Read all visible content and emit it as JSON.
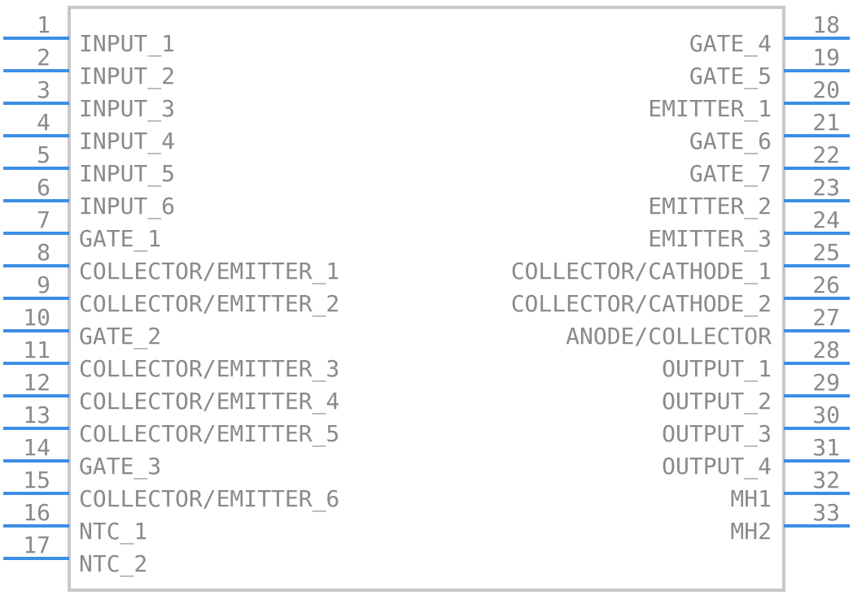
{
  "colors": {
    "pin_line": "#3c8ee6",
    "body_outline": "#c8c8c8",
    "text": "#8a8a8a",
    "background": "#ffffff"
  },
  "left_pins": [
    {
      "number": "1",
      "name": "INPUT_1"
    },
    {
      "number": "2",
      "name": "INPUT_2"
    },
    {
      "number": "3",
      "name": "INPUT_3"
    },
    {
      "number": "4",
      "name": "INPUT_4"
    },
    {
      "number": "5",
      "name": "INPUT_5"
    },
    {
      "number": "6",
      "name": "INPUT_6"
    },
    {
      "number": "7",
      "name": "GATE_1"
    },
    {
      "number": "8",
      "name": "COLLECTOR/EMITTER_1"
    },
    {
      "number": "9",
      "name": "COLLECTOR/EMITTER_2"
    },
    {
      "number": "10",
      "name": "GATE_2"
    },
    {
      "number": "11",
      "name": "COLLECTOR/EMITTER_3"
    },
    {
      "number": "12",
      "name": "COLLECTOR/EMITTER_4"
    },
    {
      "number": "13",
      "name": "COLLECTOR/EMITTER_5"
    },
    {
      "number": "14",
      "name": "GATE_3"
    },
    {
      "number": "15",
      "name": "COLLECTOR/EMITTER_6"
    },
    {
      "number": "16",
      "name": "NTC_1"
    },
    {
      "number": "17",
      "name": "NTC_2"
    }
  ],
  "right_pins": [
    {
      "number": "18",
      "name": "GATE_4"
    },
    {
      "number": "19",
      "name": "GATE_5"
    },
    {
      "number": "20",
      "name": "EMITTER_1"
    },
    {
      "number": "21",
      "name": "GATE_6"
    },
    {
      "number": "22",
      "name": "GATE_7"
    },
    {
      "number": "23",
      "name": "EMITTER_2"
    },
    {
      "number": "24",
      "name": "EMITTER_3"
    },
    {
      "number": "25",
      "name": "COLLECTOR/CATHODE_1"
    },
    {
      "number": "26",
      "name": "COLLECTOR/CATHODE_2"
    },
    {
      "number": "27",
      "name": "ANODE/COLLECTOR"
    },
    {
      "number": "28",
      "name": "OUTPUT_1"
    },
    {
      "number": "29",
      "name": "OUTPUT_2"
    },
    {
      "number": "30",
      "name": "OUTPUT_3"
    },
    {
      "number": "31",
      "name": "OUTPUT_4"
    },
    {
      "number": "32",
      "name": "MH1"
    },
    {
      "number": "33",
      "name": "MH2"
    }
  ]
}
